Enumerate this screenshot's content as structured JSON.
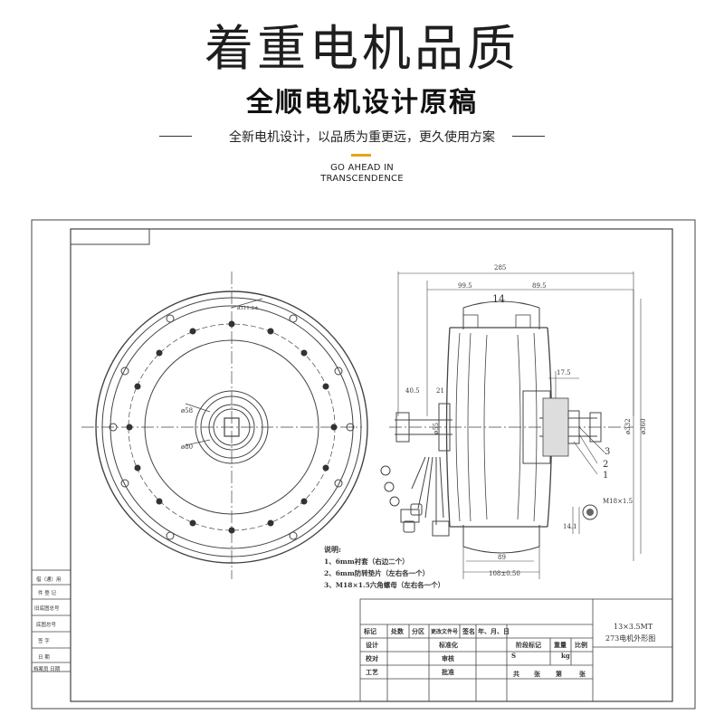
{
  "header": {
    "title": "着重电机品质",
    "subtitle": "全顺电机设计原稿",
    "slogan": "全新电机设计，以品质为重更远，更久使用方案",
    "tagline_en": [
      "GO AHEAD IN",
      "TRANSCENDENCE"
    ]
  },
  "colors": {
    "accent": "#e8a21a",
    "line": "#444444",
    "text": "#222222"
  },
  "dimensions": {
    "overall_width": "285",
    "left_half": "99.5",
    "right_half": "89.5",
    "rim_label": "14",
    "dim_17_5": "17.5",
    "dim_40_5": "40.5",
    "dim_21": "21",
    "dim_332": "ø332",
    "dim_360": "ø360",
    "dim_55": "ø55",
    "dim_58": "ø58",
    "dim_80": "ø80",
    "dim_bolt_circle": "ø311.2±",
    "dim_89": "89",
    "dim_108": "108±0.50",
    "thread": "M18×1.5",
    "dim_14_1": "14.1"
  },
  "callouts": [
    "3",
    "2",
    "1"
  ],
  "notes": {
    "heading": "说明:",
    "items": [
      "1、6mm衬套（右边二个）",
      "2、6mm防转垫片（左右各一个）",
      "3、M18×1.5六角螺母（左右各一个）"
    ]
  },
  "side_table": {
    "rows": [
      "借（通）用",
      "件 登 记",
      "旧底图总号",
      "底图总号",
      "签    字",
      "日    期",
      "档案员   日期"
    ]
  },
  "title_block": {
    "header_cells": [
      "标记",
      "处数",
      "分区",
      "更改文件号",
      "签名",
      "年、月、日"
    ],
    "left_labels": [
      "设计",
      "校对",
      "工艺"
    ],
    "mid_labels": [
      "标准化",
      "审核",
      "批准"
    ],
    "stage": "阶段标记",
    "weight": "重量",
    "scale": "比例",
    "stage_val": "S",
    "weight_unit": "kg",
    "sheet_text": [
      "共",
      "张",
      "第",
      "张"
    ],
    "drawing_no": "13×3.5MT",
    "drawing_name": "273电机外形图"
  }
}
